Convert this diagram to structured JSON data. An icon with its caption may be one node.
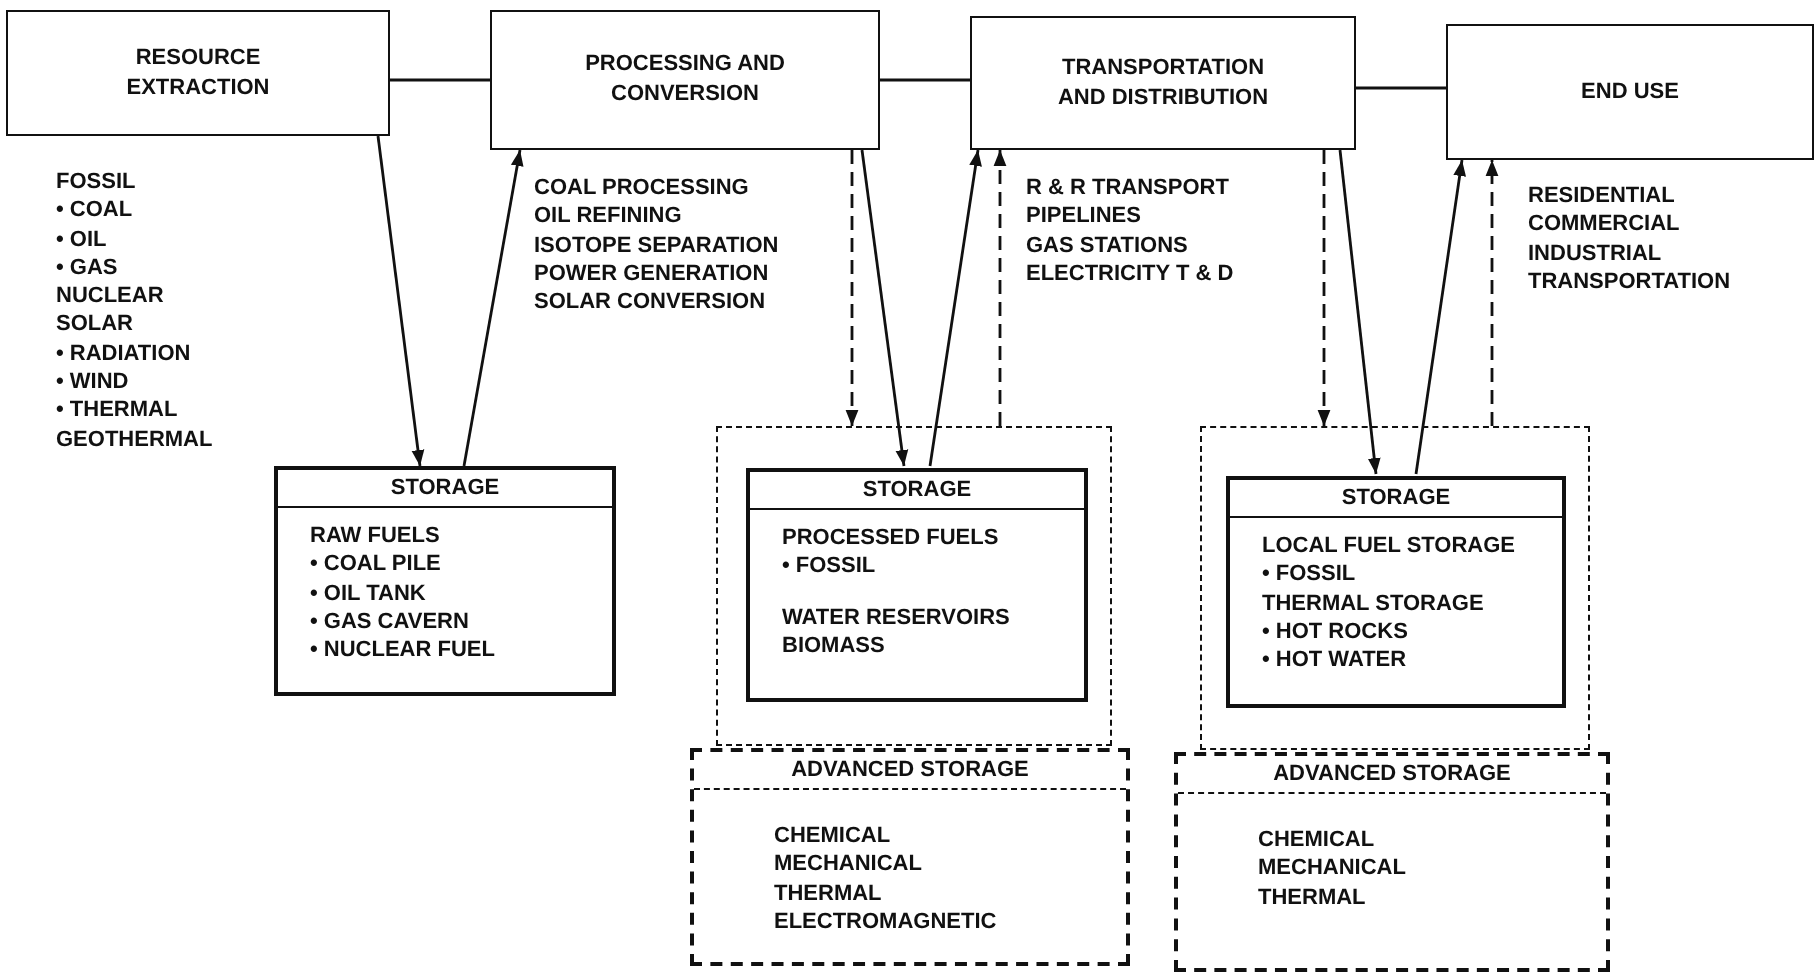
{
  "diagram": {
    "nodes": [
      {
        "text": [
          "RESOURCE EXTRACTION"
        ],
        "beside": [
          "FOSSIL",
          "• COAL",
          "• OIL",
          "• GAS",
          "NUCLEAR",
          "SOLAR",
          "• RADIATION",
          "• WIND",
          "• THERMAL",
          "GEOTHERMAL"
        ]
      },
      {
        "text": [
          "PROCESSING AND CONVERSION"
        ],
        "beside": [
          "COAL PROCESSING",
          "OIL REFINING",
          "ISOTOPE SEPARATION",
          "POWER GENERATION",
          "SOLAR CONVERSION"
        ]
      },
      {
        "text": [
          "TRANSPORTATION AND DISTRIBUTION"
        ],
        "beside": [
          "R & R TRANSPORT",
          "PIPELINES",
          "GAS STATIONS",
          "ELECTRICITY T & D"
        ]
      },
      {
        "text": [
          "END USE"
        ],
        "beside": [
          "RESIDENTIAL",
          "COMMERCIAL",
          "INDUSTRIAL",
          "TRANSPORTATION"
        ]
      },
      {
        "text": [
          "STORAGE",
          "RAW FUELS",
          "• COAL PILE",
          "• OIL TANK",
          "• GAS CAVERN",
          "• NUCLEAR FUEL"
        ]
      },
      {
        "text": [],
        "shape": "box"
      },
      {
        "text": [
          "STORAGE",
          "PROCESSED FUELS",
          "• FOSSIL",
          "WATER RESERVOIRS",
          "BIOMASS"
        ],
        "in": 5
      },
      {
        "text": [
          "ADVANCED STORAGE",
          "CHEMICAL",
          "MECHANICAL",
          "THERMAL",
          "ELECTROMAGNETIC"
        ]
      },
      {
        "text": [],
        "shape": "box"
      },
      {
        "text": [
          "STORAGE",
          "LOCAL FUEL STORAGE",
          "• FOSSIL",
          "THERMAL STORAGE",
          "• HOT ROCKS",
          "• HOT WATER"
        ],
        "in": 8
      },
      {
        "text": [
          "ADVANCED STORAGE",
          "CHEMICAL",
          "MECHANICAL",
          "THERMAL"
        ]
      }
    ],
    "edges": [
      {
        "from": 0,
        "to": 1,
        "arrow": "none"
      },
      {
        "from": 1,
        "to": 2,
        "arrow": "none"
      },
      {
        "from": 2,
        "to": 3,
        "arrow": "none"
      },
      {
        "from": 0,
        "to": 4,
        "arrow": "to"
      },
      {
        "from": 4,
        "to": 1,
        "arrow": "to"
      },
      {
        "from": 1,
        "to": 5,
        "arrow": "to",
        "style": "dashed"
      },
      {
        "from": 1,
        "to": 6,
        "arrow": "to"
      },
      {
        "from": 6,
        "to": 2,
        "arrow": "to"
      },
      {
        "from": 5,
        "to": 2,
        "arrow": "to",
        "style": "dashed"
      },
      {
        "from": 2,
        "to": 8,
        "arrow": "to",
        "style": "dashed"
      },
      {
        "from": 2,
        "to": 9,
        "arrow": "to"
      },
      {
        "from": 9,
        "to": 3,
        "arrow": "to"
      },
      {
        "from": 8,
        "to": 3,
        "arrow": "to",
        "style": "dashed"
      }
    ]
  }
}
